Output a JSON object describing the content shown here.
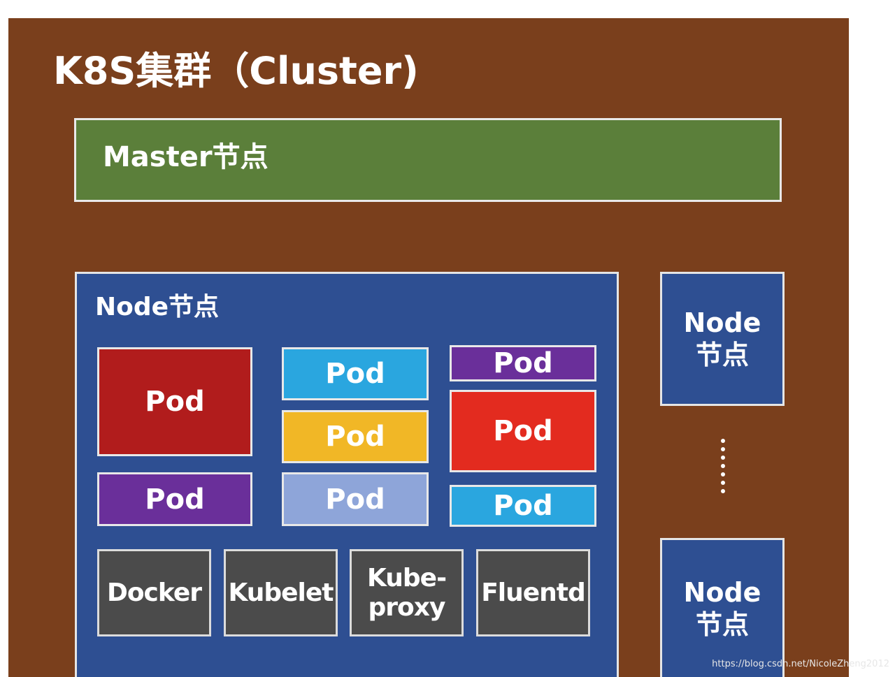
{
  "cluster": {
    "title": "K8S集群（Cluster)",
    "colors": {
      "background": "#7a3f1c",
      "master": "#5b7f3a",
      "node": "#2e4f92",
      "component": "#4b4b4b"
    }
  },
  "master": {
    "label": "Master节点"
  },
  "node_main": {
    "label": "Node节点",
    "pods": [
      {
        "label": "Pod",
        "color": "#b11c1c"
      },
      {
        "label": "Pod",
        "color": "#6a2f9a"
      },
      {
        "label": "Pod",
        "color": "#2aa6df"
      },
      {
        "label": "Pod",
        "color": "#f1b726"
      },
      {
        "label": "Pod",
        "color": "#8ea5d9"
      },
      {
        "label": "Pod",
        "color": "#6a2f9a"
      },
      {
        "label": "Pod",
        "color": "#e32b1f"
      },
      {
        "label": "Pod",
        "color": "#2aa6df"
      }
    ],
    "components": [
      {
        "label": "Docker"
      },
      {
        "label": "Kubelet"
      },
      {
        "label": "Kube-\nproxy"
      },
      {
        "label": "Fluentd"
      }
    ]
  },
  "side_nodes": [
    {
      "label": "Node\n节点"
    },
    {
      "label": "Node\n节点"
    }
  ],
  "watermark": "https://blog.csdn.net/NicoleZheng2012"
}
